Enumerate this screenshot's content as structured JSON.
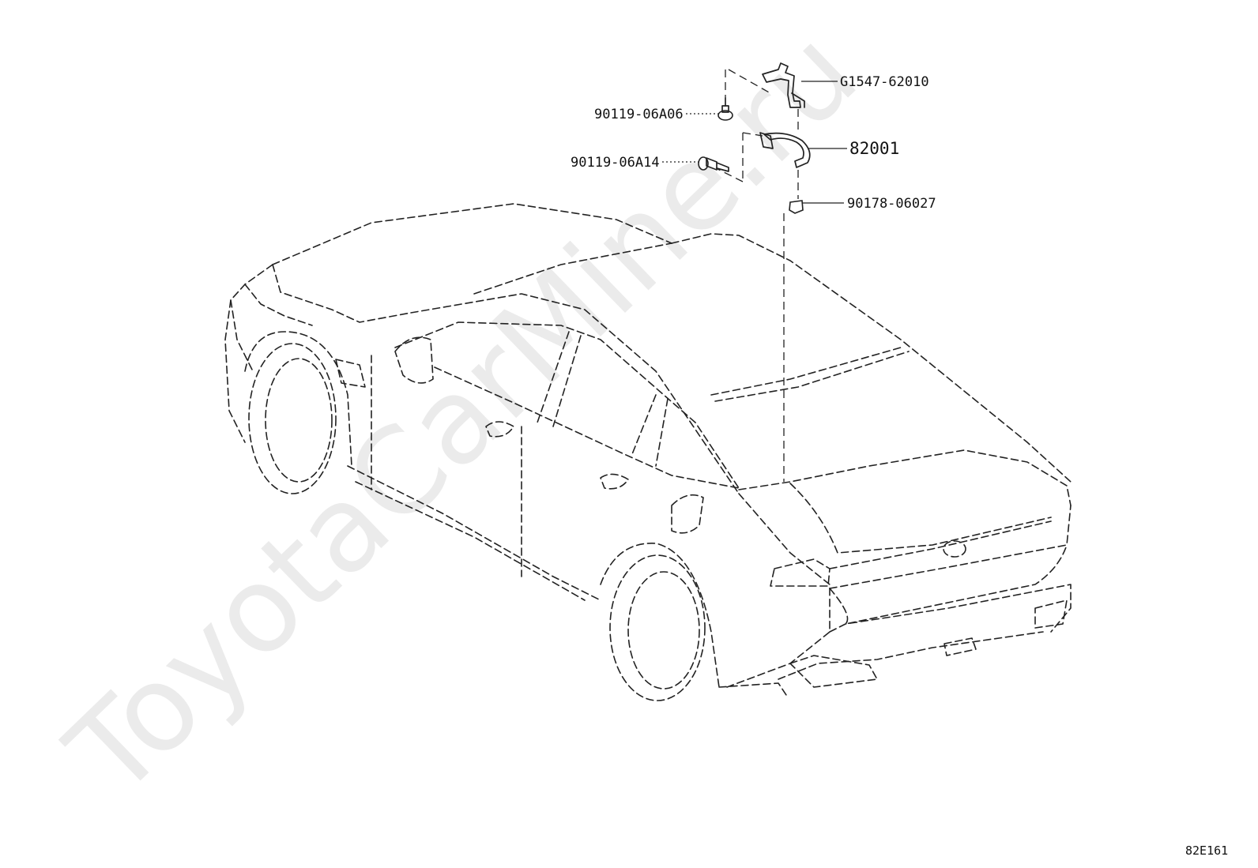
{
  "watermark": "ToyotaCarMine.ru",
  "diagram_code": "82E161",
  "parts": [
    {
      "part_number": "G1547-62010",
      "icon": "bracket-icon"
    },
    {
      "part_number": "90119-06A06",
      "icon": "bolt-icon"
    },
    {
      "part_number": "82001",
      "icon": "wire-harness-clamp-icon"
    },
    {
      "part_number": "90119-06A14",
      "icon": "bolt-icon"
    },
    {
      "part_number": "90178-06027",
      "icon": "nut-icon"
    }
  ]
}
